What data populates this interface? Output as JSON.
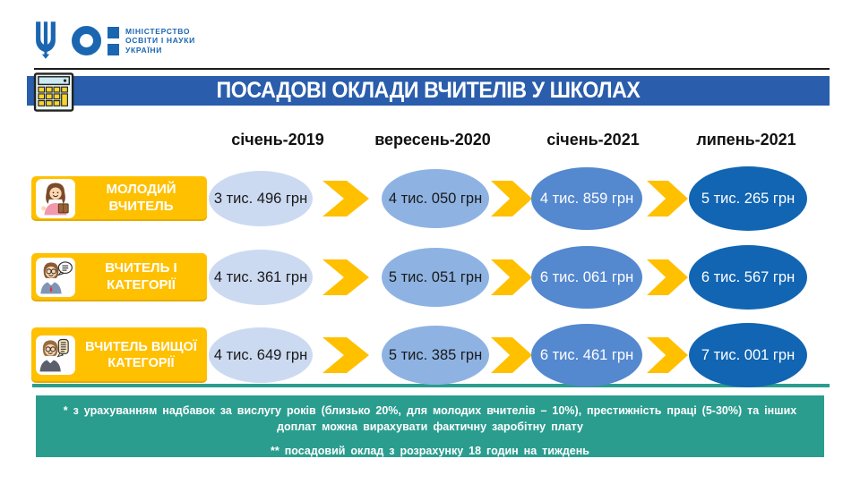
{
  "logo": {
    "ministry_lines": [
      "МІНІСТЕРСТВО",
      "ОСВІТИ І НАУКИ",
      "УКРАЇНИ"
    ]
  },
  "header": {
    "title": "ПОСАДОВІ ОКЛАДИ ВЧИТЕЛІВ У ШКОЛАХ"
  },
  "columns": [
    "січень-2019",
    "вересень-2020",
    "січень-2021",
    "липень-2021"
  ],
  "rows": [
    {
      "label_lines": [
        "МОЛОДИЙ",
        "ВЧИТЕЛЬ"
      ],
      "values": [
        "3 тис. 496 грн",
        "4 тис. 050 грн",
        "4 тис. 859 грн",
        "5 тис. 265 грн"
      ]
    },
    {
      "label_lines": [
        "ВЧИТЕЛЬ І",
        "КАТЕГОРІЇ"
      ],
      "values": [
        "4 тис. 361 грн",
        "5 тис. 051 грн",
        "6 тис. 061 грн",
        "6 тис. 567 грн"
      ]
    },
    {
      "label_lines": [
        "ВЧИТЕЛЬ ВИЩОЇ",
        "КАТЕГОРІЇ"
      ],
      "values": [
        "4 тис. 649 грн",
        "5 тис. 385 грн",
        "6 тис. 461 грн",
        "7 тис. 001 грн"
      ]
    }
  ],
  "footnotes": {
    "note1": "* з урахуванням надбавок за вислугу років (близько 20%, для молодих вчителів – 10%), престижність праці (5-30%) та інших доплат можна вирахувати фактичну заробітну плату",
    "note2": "** посадовий оклад з розрахунку 18 годин на тиждень"
  },
  "colors": {
    "header_blue": "#2a5dac",
    "brand_blue": "#1b66b1",
    "gold": "#ffc000",
    "ellipse_col1": "#ccdaf1",
    "ellipse_col2": "#8eb3e3",
    "ellipse_col3": "#5488cf",
    "ellipse_col4": "#1165b2",
    "footer_teal": "#2a9d8f"
  },
  "chart_data": {
    "type": "table",
    "title": "ПОСАДОВІ ОКЛАДИ ВЧИТЕЛІВ У ШКОЛАХ",
    "categories": [
      "січень-2019",
      "вересень-2020",
      "січень-2021",
      "липень-2021"
    ],
    "series": [
      {
        "name": "МОЛОДИЙ ВЧИТЕЛЬ",
        "values": [
          3496,
          4050,
          4859,
          5265
        ]
      },
      {
        "name": "ВЧИТЕЛЬ І КАТЕГОРІЇ",
        "values": [
          4361,
          5051,
          6061,
          6567
        ]
      },
      {
        "name": "ВЧИТЕЛЬ ВИЩОЇ КАТЕГОРІЇ",
        "values": [
          4649,
          5385,
          6461,
          7001
        ]
      }
    ],
    "unit": "грн"
  }
}
